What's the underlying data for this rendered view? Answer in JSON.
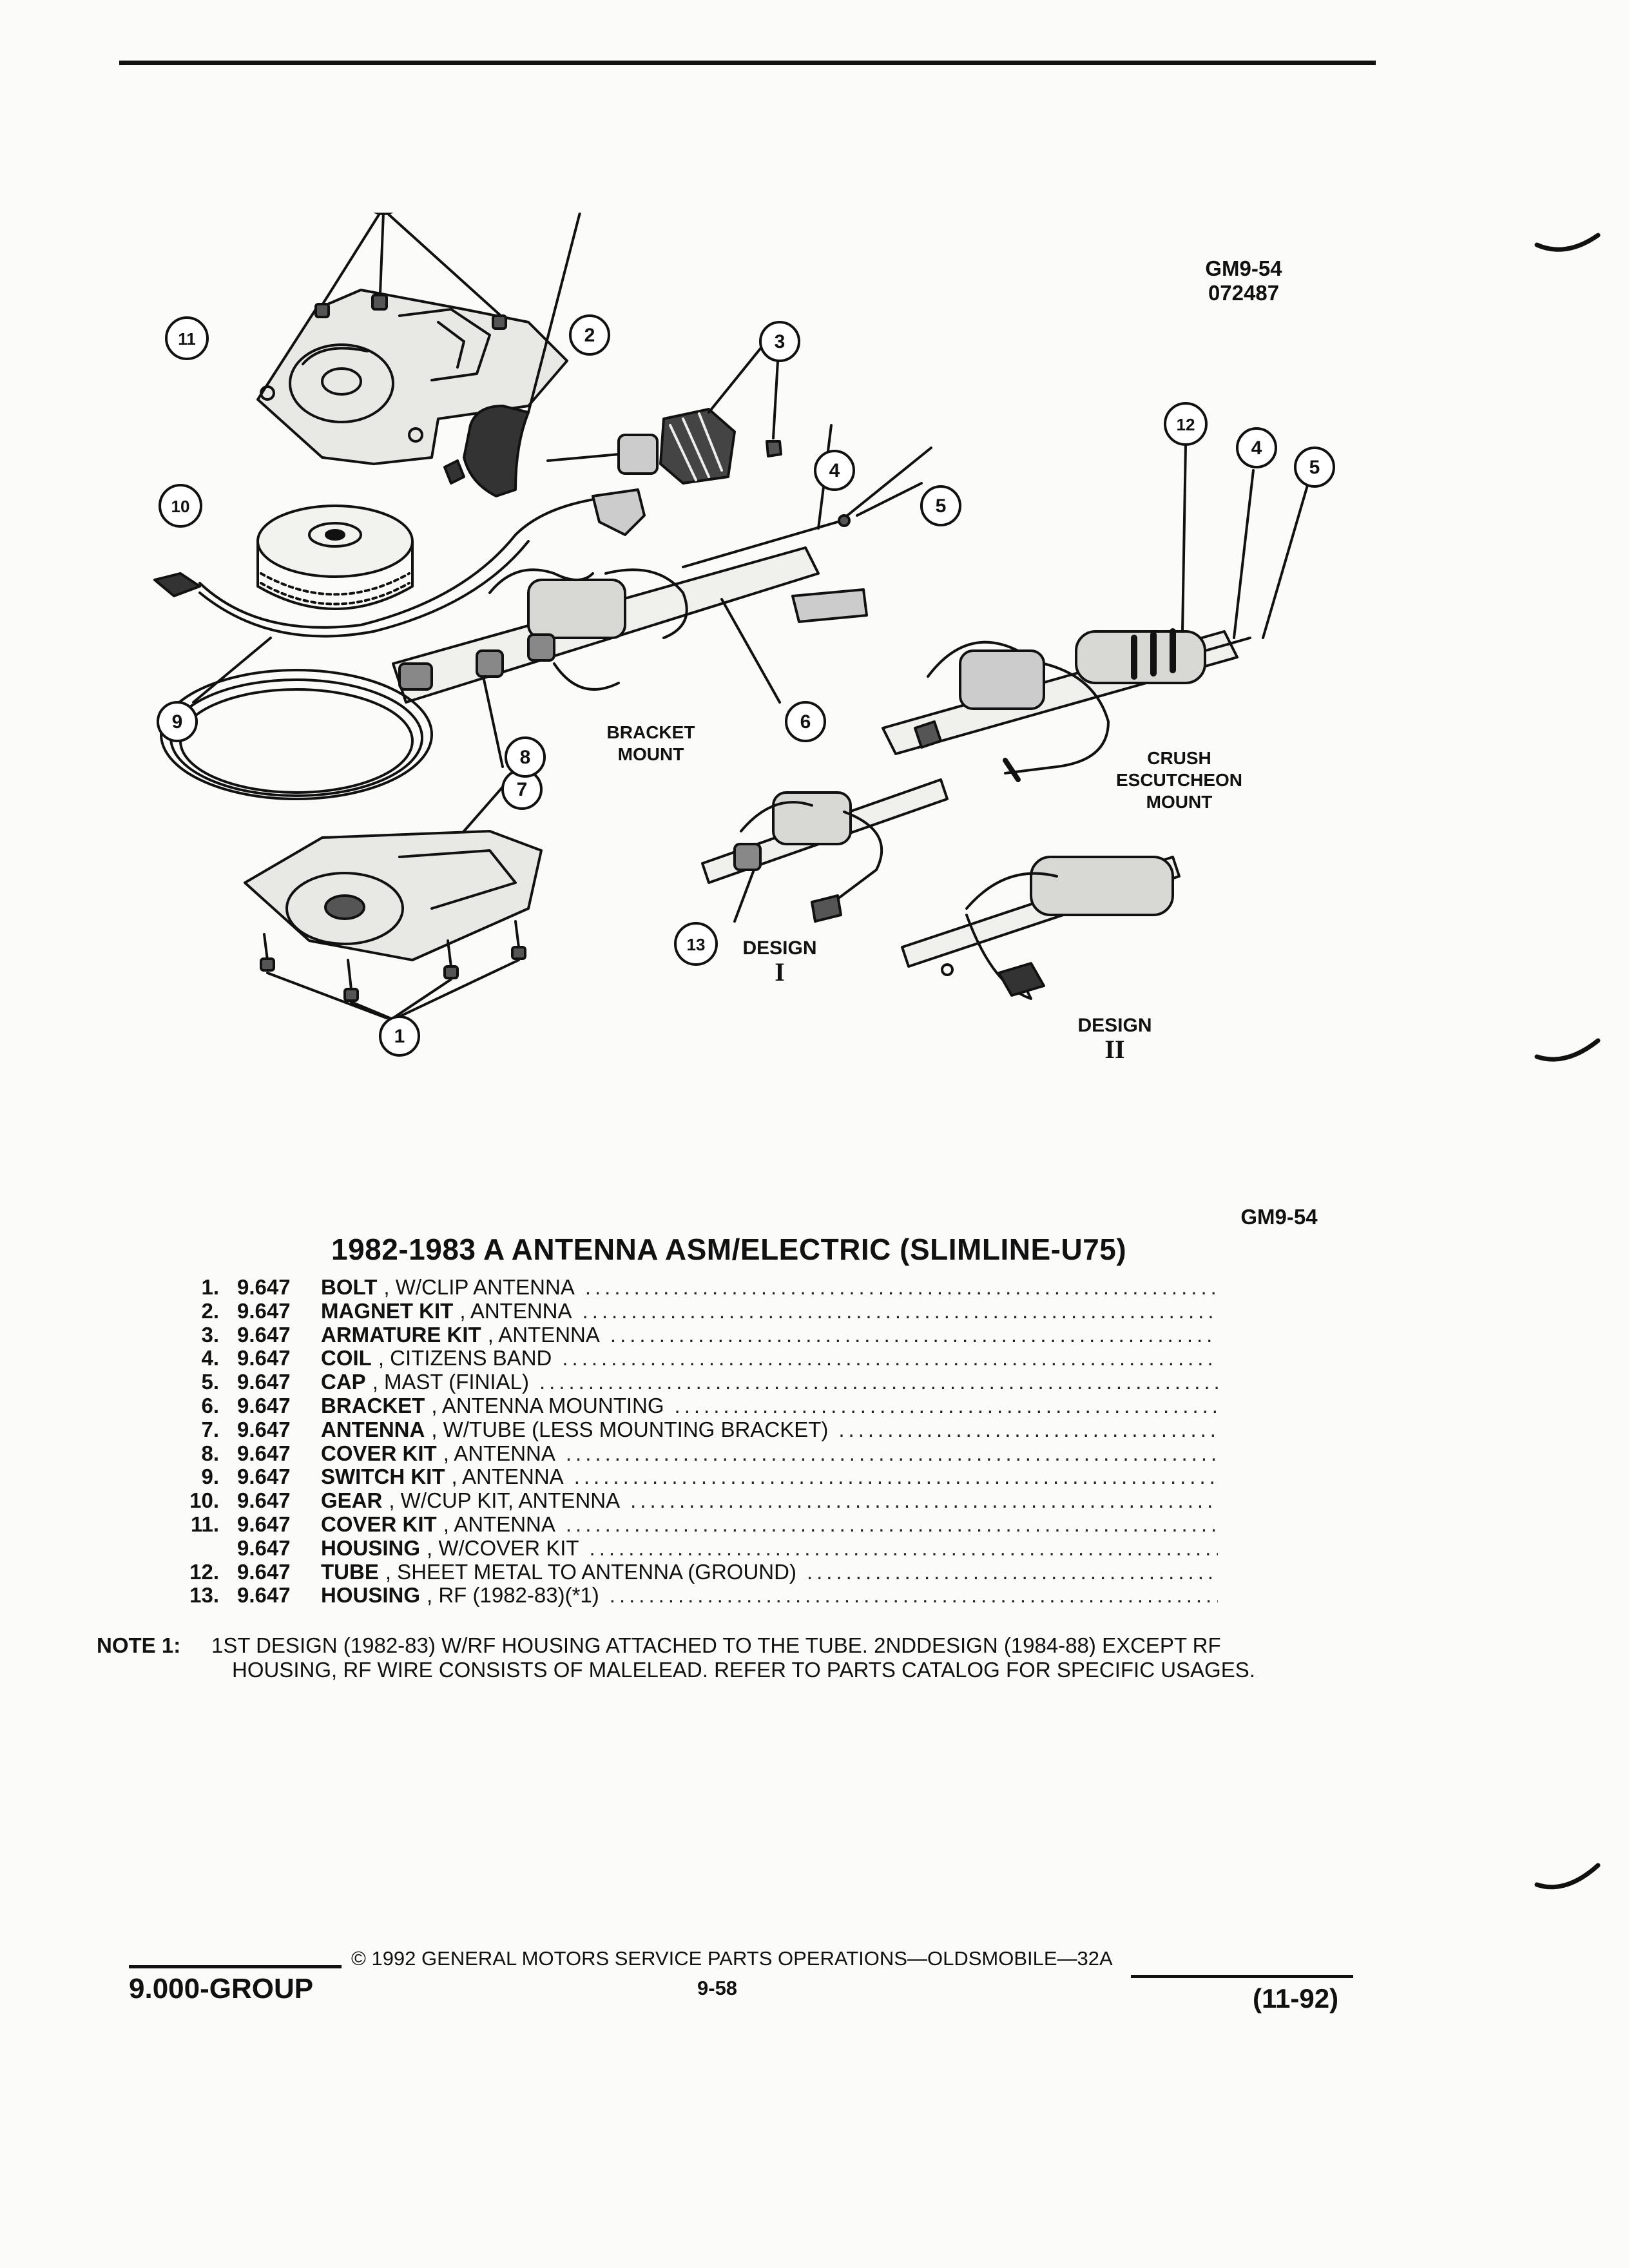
{
  "figure": {
    "code_top": "GM9-54",
    "code_date": "072487",
    "code_bottom": "GM9-54",
    "callouts": [
      "1",
      "2",
      "3",
      "4",
      "5",
      "6",
      "7",
      "8",
      "9",
      "10",
      "11",
      "12",
      "4",
      "5",
      "13",
      "1"
    ],
    "labels": {
      "bracket_mount": [
        "BRACKET",
        "MOUNT"
      ],
      "crush_mount": [
        "CRUSH",
        "ESCUTCHEON",
        "MOUNT"
      ],
      "design_1": "DESIGN",
      "design_1_num": "I",
      "design_2": "DESIGN",
      "design_2_num": "II"
    }
  },
  "title": "1982-1983 A ANTENNA ASM/ELECTRIC (SLIMLINE-U75)",
  "parts": [
    {
      "num": "1.",
      "group": "9.647",
      "name": "BOLT",
      "detail": ", W/CLIP ANTENNA"
    },
    {
      "num": "2.",
      "group": "9.647",
      "name": "MAGNET KIT",
      "detail": ", ANTENNA"
    },
    {
      "num": "3.",
      "group": "9.647",
      "name": "ARMATURE KIT",
      "detail": ", ANTENNA"
    },
    {
      "num": "4.",
      "group": "9.647",
      "name": "COIL",
      "detail": ", CITIZENS BAND"
    },
    {
      "num": "5.",
      "group": "9.647",
      "name": "CAP",
      "detail": ", MAST (FINIAL)"
    },
    {
      "num": "6.",
      "group": "9.647",
      "name": "BRACKET",
      "detail": ", ANTENNA MOUNTING"
    },
    {
      "num": "7.",
      "group": "9.647",
      "name": "ANTENNA",
      "detail": ", W/TUBE (LESS MOUNTING BRACKET)"
    },
    {
      "num": "8.",
      "group": "9.647",
      "name": "COVER KIT",
      "detail": ", ANTENNA"
    },
    {
      "num": "9.",
      "group": "9.647",
      "name": "SWITCH KIT",
      "detail": ", ANTENNA"
    },
    {
      "num": "10.",
      "group": "9.647",
      "name": "GEAR",
      "detail": ", W/CUP KIT, ANTENNA"
    },
    {
      "num": "11.",
      "group": "9.647",
      "name": "COVER KIT",
      "detail": ", ANTENNA"
    },
    {
      "num": "",
      "group": "9.647",
      "name": "HOUSING",
      "detail": ", W/COVER KIT"
    },
    {
      "num": "12.",
      "group": "9.647",
      "name": "TUBE",
      "detail": ", SHEET METAL TO ANTENNA (GROUND)"
    },
    {
      "num": "13.",
      "group": "9.647",
      "name": "HOUSING",
      "detail": ", RF (1982-83)(*1)"
    }
  ],
  "note": {
    "tag": "NOTE  1:",
    "line1": "1ST DESIGN (1982-83) W/RF HOUSING ATTACHED TO THE TUBE. 2NDDESIGN (1984-88) EXCEPT RF",
    "line2": "HOUSING, RF WIRE CONSISTS OF MALELEAD. REFER TO PARTS CATALOG FOR SPECIFIC USAGES."
  },
  "footer": {
    "group": "9.000-GROUP",
    "copyright": "© 1992  GENERAL MOTORS SERVICE PARTS OPERATIONS—OLDSMOBILE—32A",
    "page": "9-58",
    "date": "(11-92)"
  }
}
